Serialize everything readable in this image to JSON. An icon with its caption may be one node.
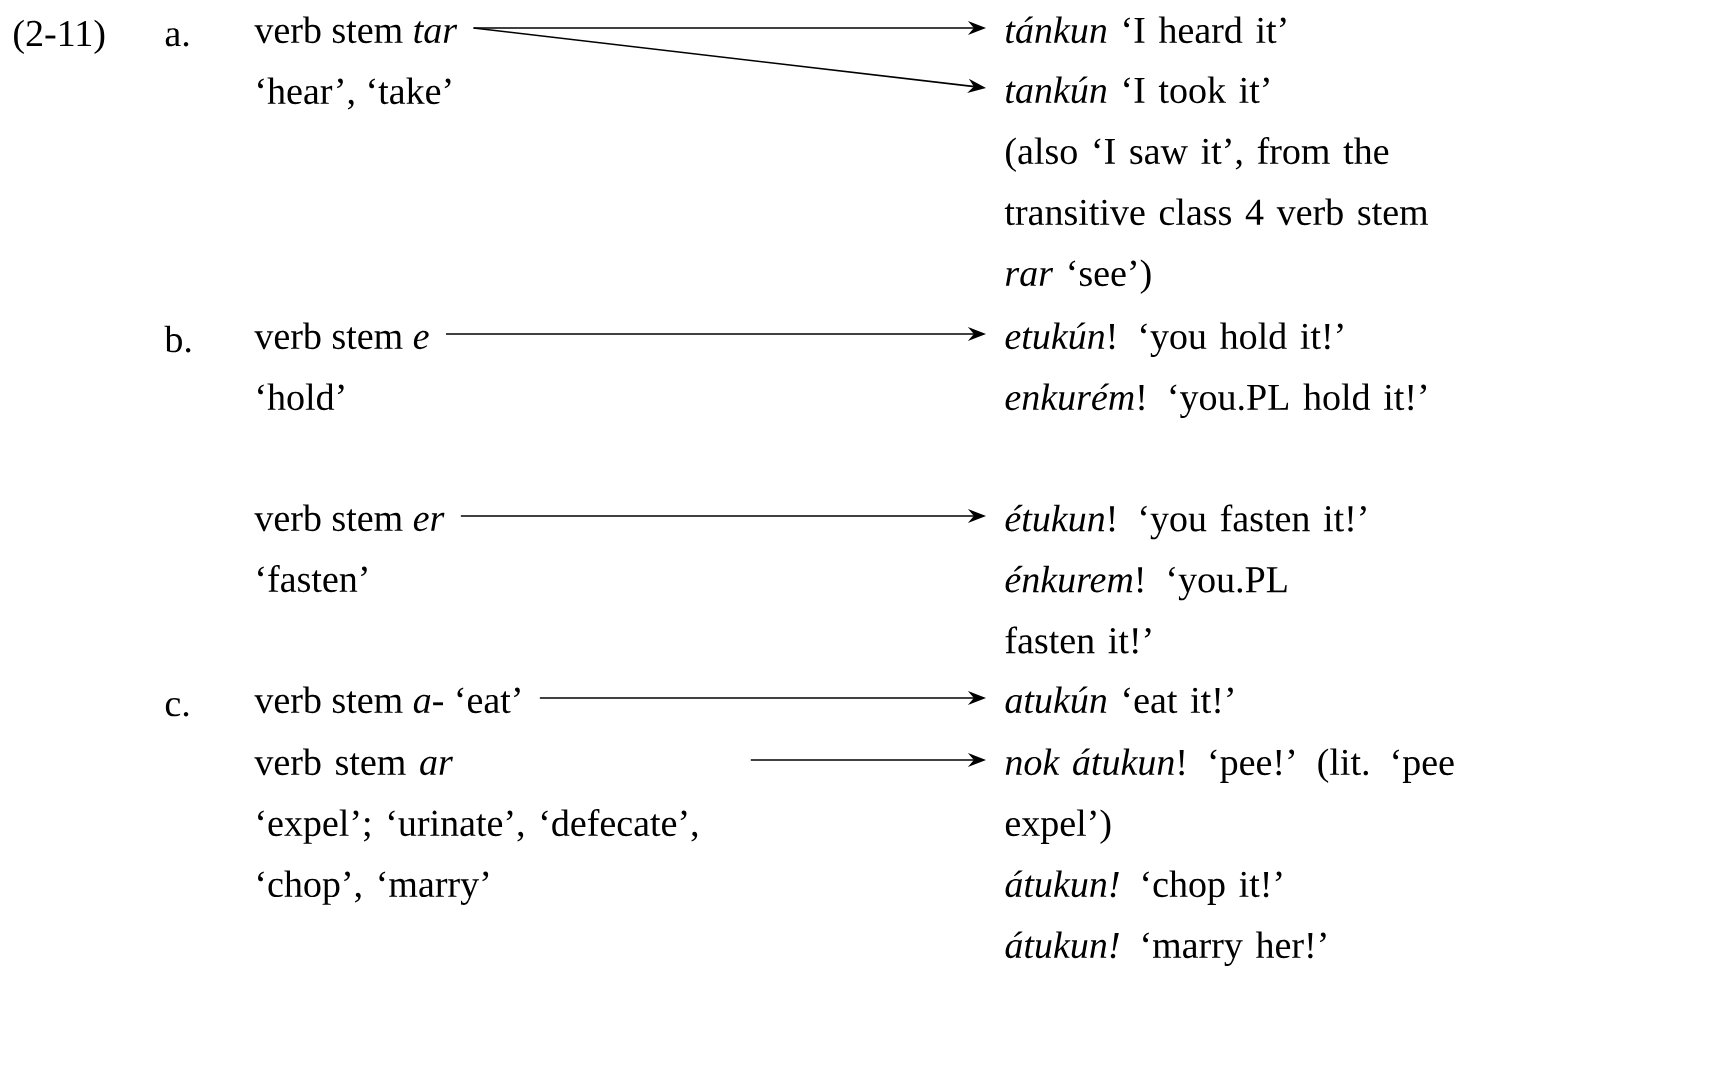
{
  "diagram": {
    "nodes": [
      {
        "text": [
          "verb stem *tar*",
          "‘hear’, ‘take’"
        ]
      },
      {
        "text": [
          "*tánkun* ‘I heard it’"
        ]
      },
      {
        "text": [
          "*tankún* ‘I took it’",
          "(also ‘I saw it’, from the transitive class 4 verb stem *rar* ‘see’)"
        ]
      },
      {
        "text": [
          "verb stem *e*",
          "‘hold’"
        ]
      },
      {
        "text": [
          "*etukún*! ‘you hold it!’",
          "*enkurém*! ‘you.PL hold it!’"
        ]
      },
      {
        "text": [
          "verb stem *er*",
          "‘fasten’"
        ]
      },
      {
        "text": [
          "*étukun*! ‘you fasten it!’",
          "*énkurem*! ‘you.PL fasten it!’"
        ]
      },
      {
        "text": [
          "verb stem *a-* ‘eat’"
        ]
      },
      {
        "text": [
          "*atukún* ‘eat it!’"
        ]
      },
      {
        "text": [
          "verb stem *ar*",
          "‘expel’; ‘urinate’, ‘defecate’, ‘chop’, ‘marry’"
        ]
      },
      {
        "text": [
          "*nok átukun*! ‘pee!’ (lit. ‘pee expel’)",
          "*átukun!* ‘chop it!’",
          "*átukun!* ‘marry her!’"
        ]
      }
    ],
    "edges": [
      {
        "from": 0,
        "to": 1,
        "arrow": "to"
      },
      {
        "from": 0,
        "to": 2,
        "arrow": "to"
      },
      {
        "from": 3,
        "to": 4,
        "arrow": "to"
      },
      {
        "from": 5,
        "to": 6,
        "arrow": "to"
      },
      {
        "from": 7,
        "to": 8,
        "arrow": "to"
      },
      {
        "from": 9,
        "to": 10,
        "arrow": "to"
      }
    ],
    "labels": [
      "(2-11)",
      "a.",
      "b.",
      "c."
    ]
  }
}
